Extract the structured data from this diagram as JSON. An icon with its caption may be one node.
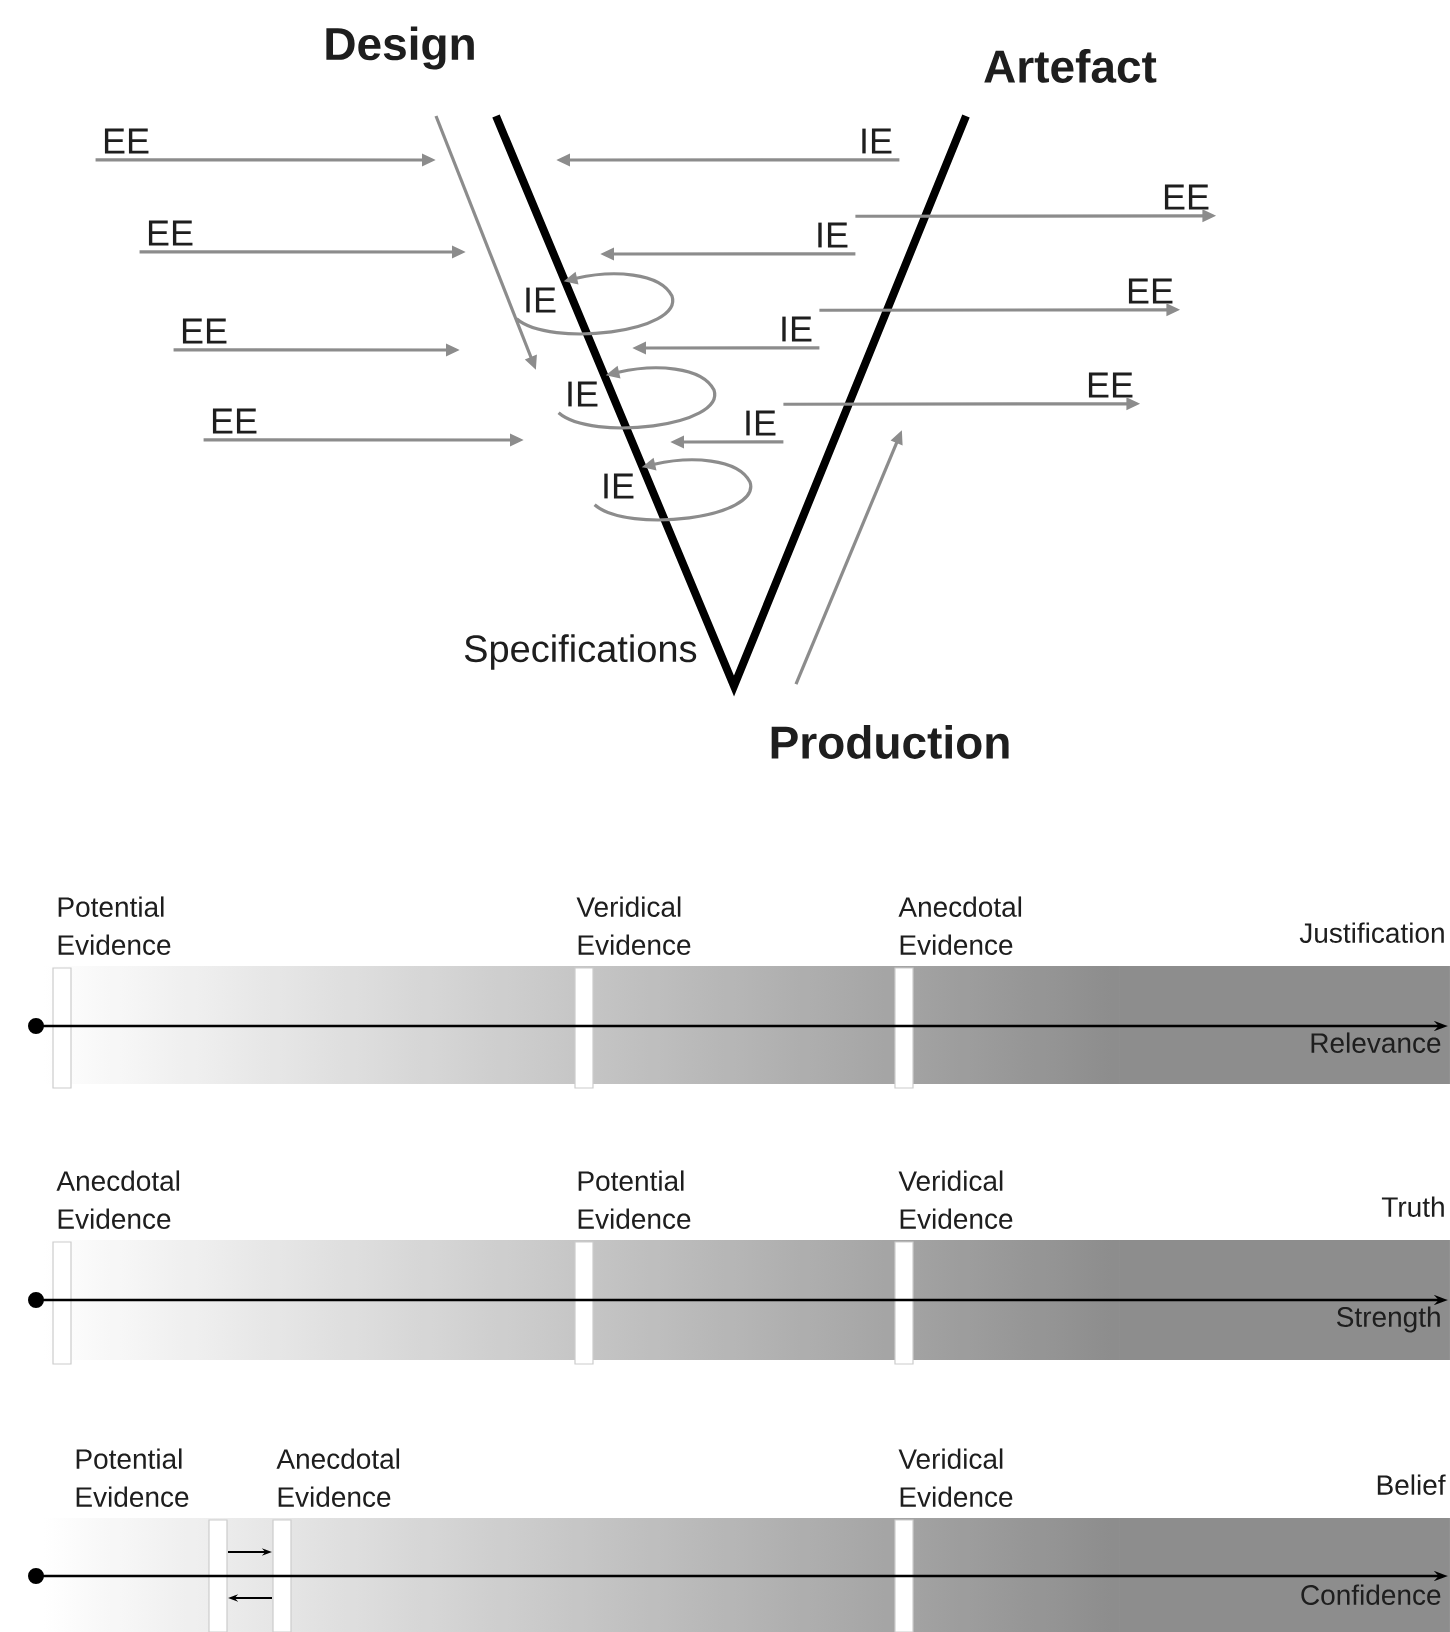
{
  "diagram": {
    "nodes": [
      {
        "text": [
          "EE"
        ]
      },
      {
        "text": [
          "EE"
        ]
      },
      {
        "text": [
          "EE"
        ]
      },
      {
        "text": [
          "EE"
        ]
      },
      {
        "text": [
          "IE"
        ]
      },
      {
        "text": [
          "IE"
        ]
      },
      {
        "text": [
          "IE"
        ]
      },
      {
        "text": [
          "IE"
        ]
      },
      {
        "text": [
          "IE"
        ]
      },
      {
        "text": [
          "IE"
        ]
      },
      {
        "text": [
          "IE"
        ]
      },
      {
        "text": [
          "EE"
        ]
      },
      {
        "text": [
          "EE"
        ]
      },
      {
        "text": [
          "EE"
        ]
      }
    ],
    "edges": [
      {
        "from": 0,
        "to": null,
        "arrow": "to"
      },
      {
        "from": 1,
        "to": null,
        "arrow": "to"
      },
      {
        "from": 2,
        "to": null,
        "arrow": "to"
      },
      {
        "from": 3,
        "to": null,
        "arrow": "to"
      },
      {
        "from": 4,
        "to": 4,
        "arrow": "to"
      },
      {
        "from": 5,
        "to": 5,
        "arrow": "to"
      },
      {
        "from": 6,
        "to": 6,
        "arrow": "to"
      },
      {
        "from": 7,
        "to": null,
        "arrow": "to"
      },
      {
        "from": 8,
        "to": null,
        "arrow": "to"
      },
      {
        "from": 9,
        "to": null,
        "arrow": "to"
      },
      {
        "from": 10,
        "to": null,
        "arrow": "to"
      },
      {
        "from": 8,
        "to": 11,
        "arrow": "to"
      },
      {
        "from": 9,
        "to": 12,
        "arrow": "to"
      },
      {
        "from": 10,
        "to": 13,
        "arrow": "to"
      }
    ],
    "labels": [
      "Design",
      "Artefact",
      "Specifications",
      "Production",
      "Potential Evidence",
      "Veridical Evidence",
      "Anecdotal Evidence",
      "Justification",
      "Relevance",
      "Anecdotal Evidence",
      "Potential Evidence",
      "Veridical Evidence",
      "Truth",
      "Strength",
      "Potential Evidence",
      "Anecdotal Evidence",
      "Veridical Evidence",
      "Belief",
      "Confidence"
    ]
  }
}
